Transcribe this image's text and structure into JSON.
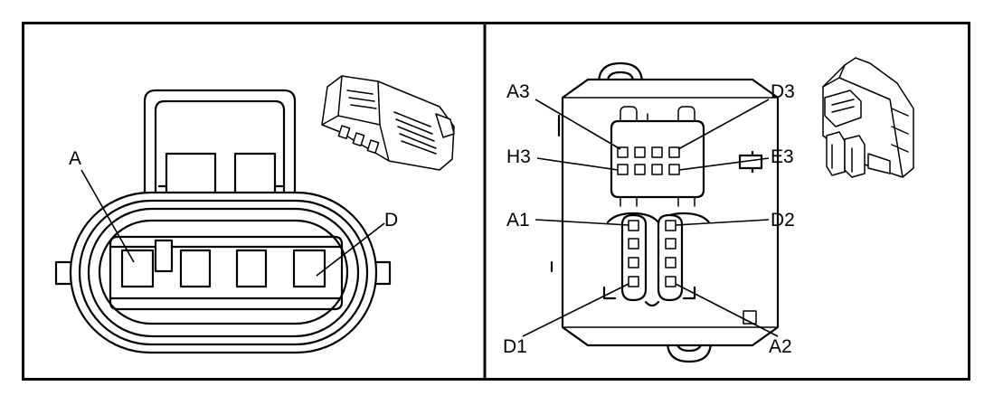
{
  "left_panel": {
    "labels": {
      "pin_a": "A",
      "pin_d": "D"
    },
    "icons": [
      "connector-face-view-icon",
      "connector-isometric-view-icon"
    ]
  },
  "right_panel": {
    "labels": {
      "a3": "A3",
      "d3": "D3",
      "h3": "H3",
      "e3": "E3",
      "a1": "A1",
      "d2": "D2",
      "d1": "D1",
      "a2": "A2"
    },
    "icons": [
      "connector-face-view-icon",
      "connector-isometric-view-icon"
    ]
  },
  "colors": {
    "line": "#000000",
    "background": "#ffffff"
  }
}
